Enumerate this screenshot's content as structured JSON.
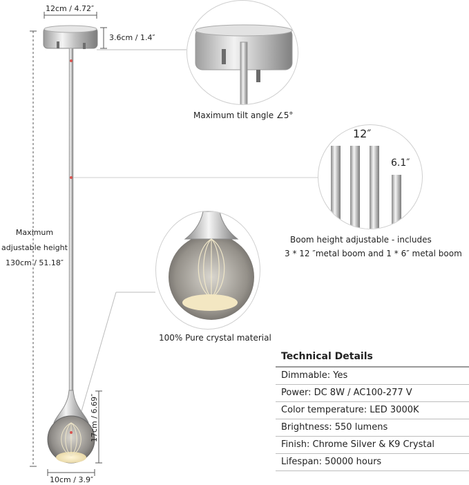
{
  "dimensions": {
    "canopy_width": "12cm / 4.72″",
    "canopy_height": "3.6cm / 1.4″",
    "max_height_line1": "Maximum",
    "max_height_line2": "adjustable height",
    "max_height_line3": "130cm / 51.18″",
    "shade_height": "17cm / 6.69″",
    "shade_width": "10cm / 3.9″"
  },
  "callouts": {
    "tilt": "Maximum tilt angle ∠5°",
    "boom_long": "12″",
    "boom_short": "6.1″",
    "boom_line1": "Boom height adjustable - includes",
    "boom_line2": "3 * 12 ″metal boom and 1 * 6″  metal boom",
    "crystal": "100% Pure crystal material"
  },
  "tech": {
    "title": "Technical Details",
    "rows": [
      "Dimmable: Yes",
      "Power: DC 8W / AC100-277 V",
      "Color temperature: LED 3000K",
      "Brightness: 550 lumens",
      "Finish: Chrome Silver & K9 Crystal",
      "Lifespan: 50000 hours"
    ]
  }
}
